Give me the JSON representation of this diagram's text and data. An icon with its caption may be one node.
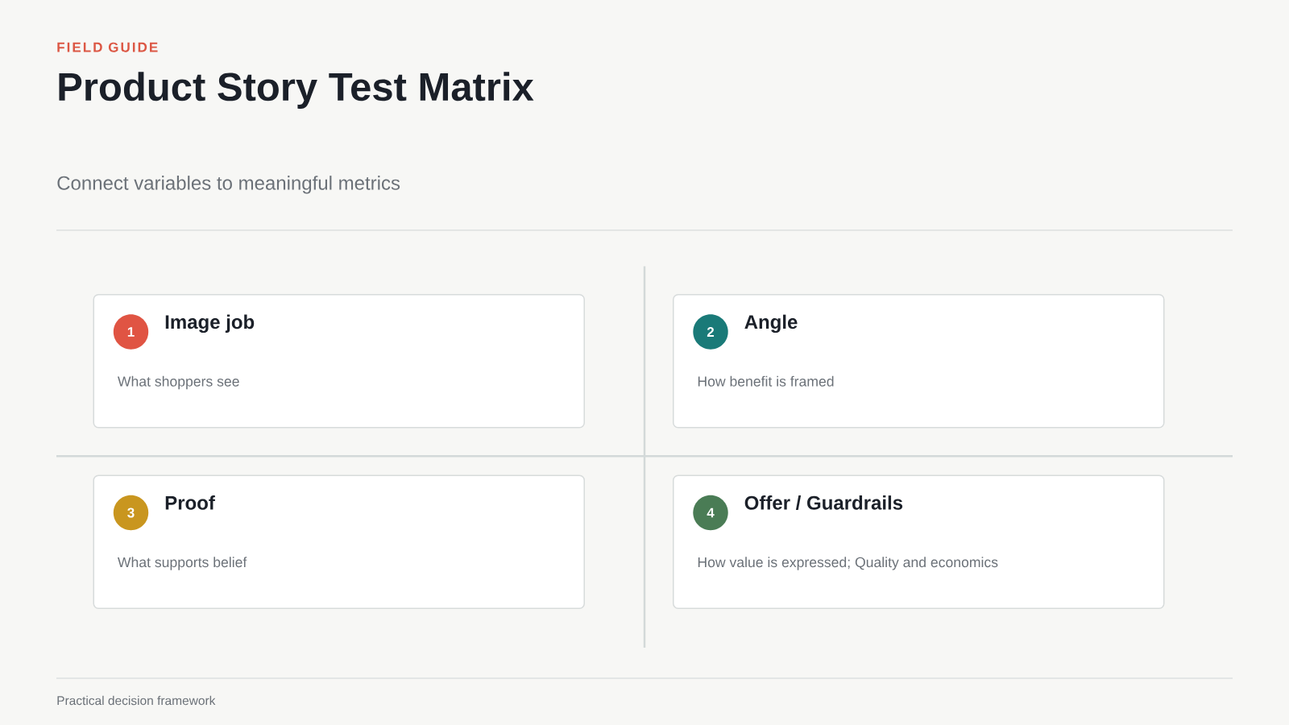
{
  "diagram": {
    "title": "Product Story Test Matrix",
    "nodes": [
      {
        "text": [
          "Image job",
          "What shoppers see"
        ]
      },
      {
        "text": [
          "1"
        ],
        "in": 0
      },
      {
        "text": [
          "Angle",
          "How benefit is framed"
        ]
      },
      {
        "text": [
          "2"
        ],
        "in": 2
      },
      {
        "text": [
          "Proof",
          "What supports belief"
        ]
      },
      {
        "text": [
          "3"
        ],
        "in": 4
      },
      {
        "text": [
          "Offer / Guardrails",
          "How value is expressed; Quality and economics"
        ]
      },
      {
        "text": [
          "4"
        ],
        "in": 6
      }
    ],
    "labels": [
      "FIELD GUIDE",
      "Connect variables to meaningful metrics",
      "Practical decision framework"
    ]
  }
}
